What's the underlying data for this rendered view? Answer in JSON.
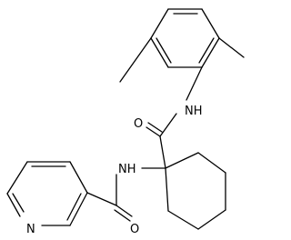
{
  "molecule": {
    "atoms": {
      "amide_nh_upper": {
        "label": "NH"
      },
      "amide_o_upper": {
        "label": "O"
      },
      "amine_nh": {
        "label": "NH"
      },
      "amide_o_lower": {
        "label": "O"
      },
      "pyridine_n": {
        "label": "N"
      }
    }
  }
}
